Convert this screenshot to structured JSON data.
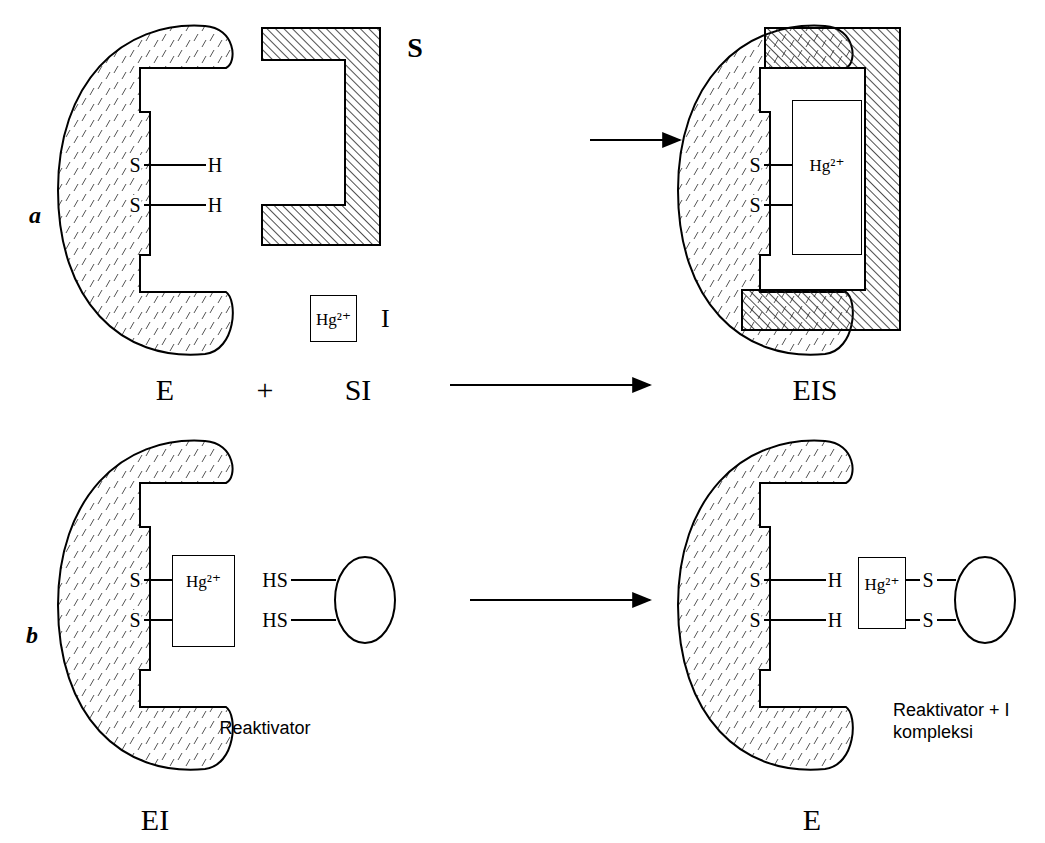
{
  "diagram": {
    "nodes": [
      {
        "text": [
          "Hg²⁺",
          "I"
        ]
      },
      {
        "text": [
          "Hg²⁺"
        ]
      },
      {
        "text": [
          "Hg²⁺"
        ]
      },
      {
        "text": [
          "Hg²⁺"
        ]
      }
    ],
    "labels": [
      "a",
      "S",
      "H",
      "S",
      "H",
      "S",
      "E",
      "+",
      "SI",
      "S",
      "S",
      "EIS",
      "b",
      "S",
      "S",
      "HS",
      "HS",
      "Reaktivator",
      "EI",
      "S",
      "H",
      "S",
      "H",
      "S",
      "S",
      "Reaktivator + I kompleksi",
      "E"
    ]
  }
}
